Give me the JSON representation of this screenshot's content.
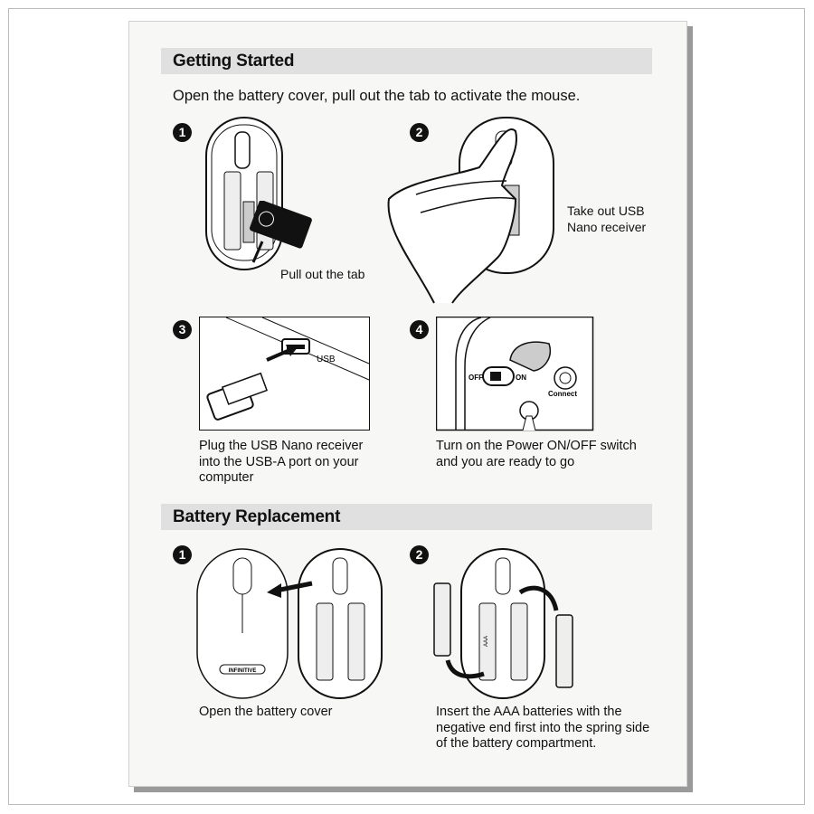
{
  "getting_started": {
    "title": "Getting Started",
    "intro": "Open the battery cover, pull out the tab to activate the mouse.",
    "steps": [
      {
        "number": "1",
        "label": "Pull out the tab"
      },
      {
        "number": "2",
        "label": "Take out USB Nano receiver"
      },
      {
        "number": "3",
        "caption": "Plug the USB Nano receiver into the USB-A port on your computer",
        "port_label": "USB"
      },
      {
        "number": "4",
        "caption": "Turn on the Power ON/OFF switch and you are ready to go",
        "off_label": "OFF",
        "on_label": "ON",
        "connect_label": "Connect"
      }
    ]
  },
  "battery_replacement": {
    "title": "Battery Replacement",
    "brand_logo": "INFINITIVE",
    "battery_label": "AAA",
    "steps": [
      {
        "number": "1",
        "caption": "Open the battery cover"
      },
      {
        "number": "2",
        "caption": "Insert the AAA batteries with the negative end first into the spring side of the battery compartment."
      }
    ]
  }
}
